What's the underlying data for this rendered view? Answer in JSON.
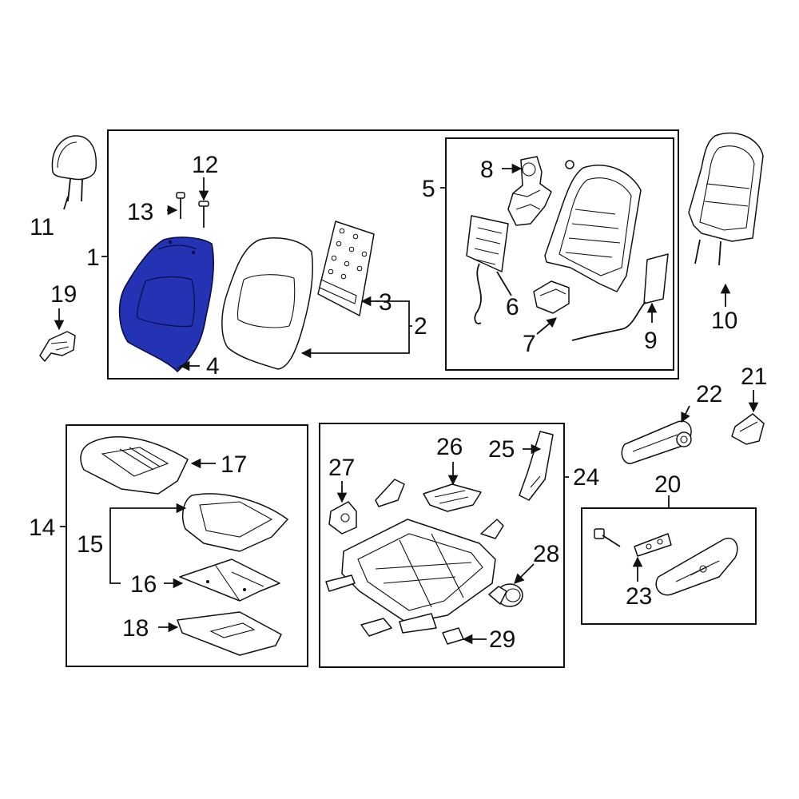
{
  "highlight_color": "#2433b4",
  "callouts": {
    "c1": "1",
    "c2": "2",
    "c3": "3",
    "c4": "4",
    "c5": "5",
    "c6": "6",
    "c7": "7",
    "c8": "8",
    "c9": "9",
    "c10": "10",
    "c11": "11",
    "c12": "12",
    "c13": "13",
    "c14": "14",
    "c15": "15",
    "c16": "16",
    "c17": "17",
    "c18": "18",
    "c19": "19",
    "c20": "20",
    "c21": "21",
    "c22": "22",
    "c23": "23",
    "c24": "24",
    "c25": "25",
    "c26": "26",
    "c27": "27",
    "c28": "28",
    "c29": "29"
  }
}
